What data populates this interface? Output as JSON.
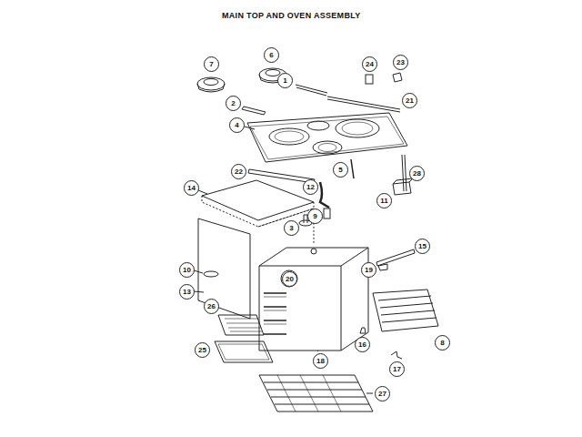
{
  "diagram": {
    "title": "MAIN TOP AND OVEN ASSEMBLY",
    "labels": [
      "7",
      "6",
      "1",
      "24",
      "23",
      "2",
      "21",
      "4",
      "22",
      "5",
      "28",
      "14",
      "12",
      "11",
      "9",
      "3",
      "15",
      "19",
      "10",
      "20",
      "13",
      "8",
      "26",
      "16",
      "18",
      "25",
      "17",
      "27"
    ]
  }
}
